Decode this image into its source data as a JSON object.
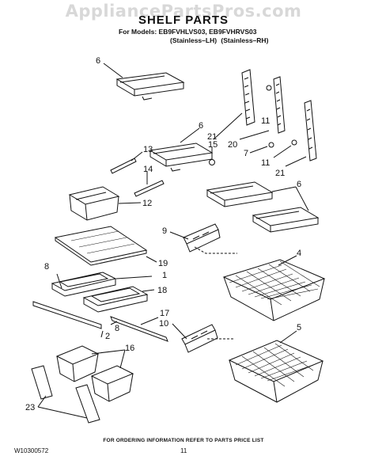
{
  "watermark": "AppliancePartsPros.com",
  "title": "SHELF PARTS",
  "models_line": "For Models: EB9FVHLVS03, EB9FVHRVS03",
  "variants_line": "(Stainless–LH)   (Stainless–RH)",
  "callouts": [
    "6",
    "6",
    "13",
    "15",
    "21",
    "20",
    "7",
    "11",
    "11",
    "21",
    "14",
    "12",
    "6",
    "9",
    "4",
    "19",
    "8",
    "1",
    "18",
    "17",
    "8",
    "2",
    "10",
    "5",
    "16",
    "23"
  ],
  "footer": {
    "ordering_note": "FOR ORDERING INFORMATION REFER TO PARTS PRICE LIST",
    "document_number": "W10300572",
    "page_number": "11"
  }
}
